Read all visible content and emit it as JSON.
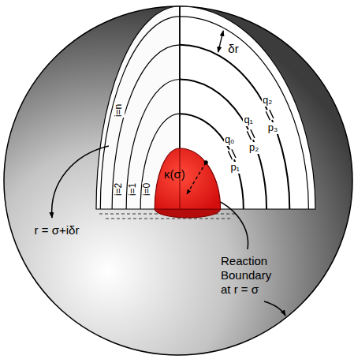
{
  "diagram": {
    "nodes": [
      {
        "text": [
          "κ(σ)"
        ]
      }
    ],
    "labels": [
      "δr",
      "i=n",
      "i=2",
      "i=1",
      "i=0",
      "r = σ+iδr",
      "q₀",
      "p₁",
      "q₁",
      "p₂",
      "q₂",
      "p₃",
      "Reaction Boundary at r = σ"
    ]
  }
}
